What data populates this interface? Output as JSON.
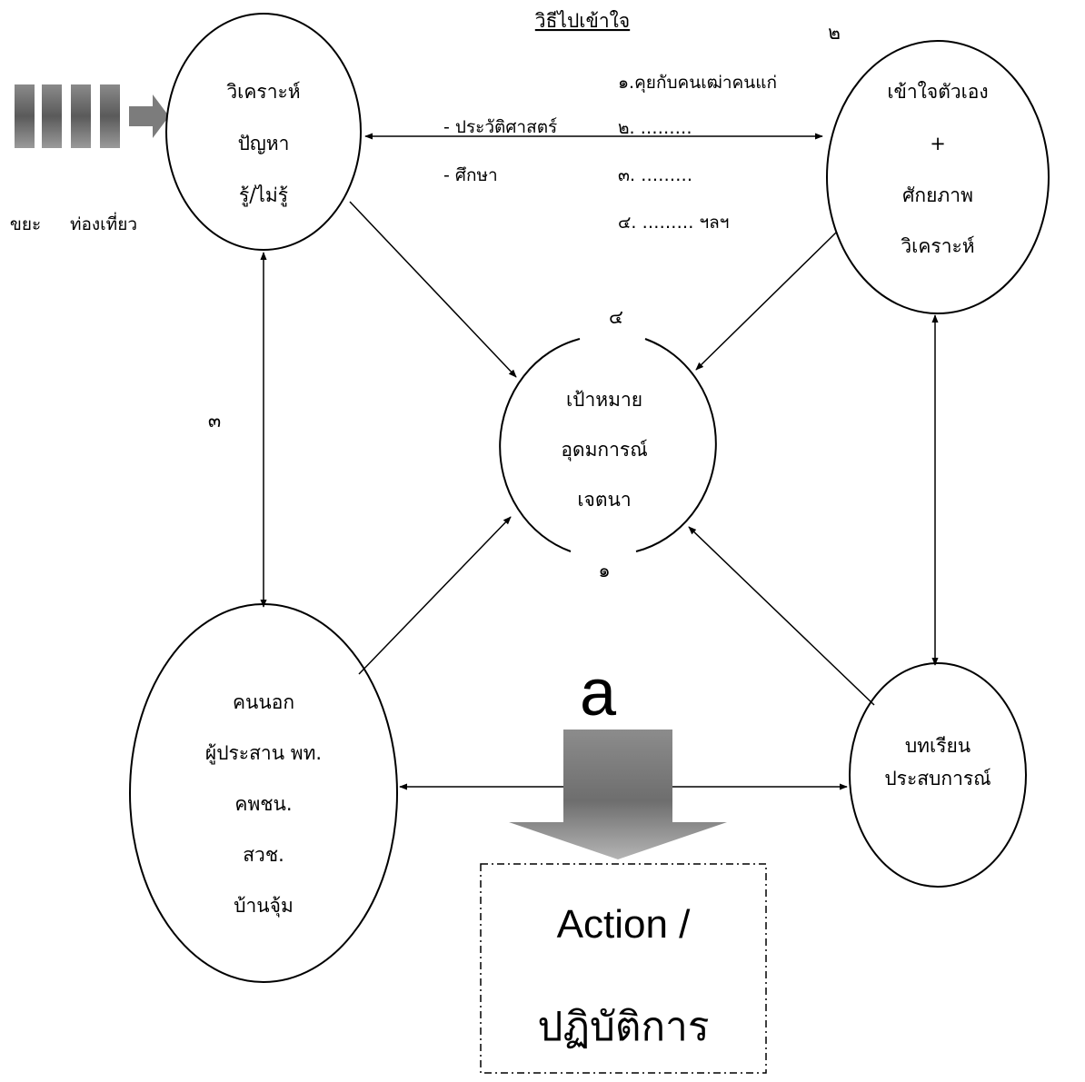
{
  "title": "วิธีไปเข้าใจ",
  "numbers": {
    "n1": "๑",
    "n2": "๒",
    "n3": "๓",
    "n4": "๔"
  },
  "left_labels": {
    "a": "ขยะ",
    "b": "ท่องเที่ยว"
  },
  "node_analyze": {
    "line1": "วิเคราะห์",
    "line2": "ปัญหา",
    "line3": "รู้/ไม่รู้"
  },
  "node_self": {
    "line1": "เข้าใจตัวเอง",
    "line2": "+",
    "line3": "ศักยภาพ",
    "line4": "วิเคราะห์"
  },
  "node_goal": {
    "line1": "เป้าหมาย",
    "line2": "อุดมการณ์",
    "line3": "เจตนา"
  },
  "node_outsider": {
    "line1": "คนนอก",
    "line2": "ผู้ประสาน พท.",
    "line3": "คพชน.",
    "line4": "สวช.",
    "line5": "บ้านจุ้ม"
  },
  "node_lesson": {
    "line1": "บทเรียน",
    "line2": "ประสบการณ์"
  },
  "link_labels": {
    "history": "- ประวัติศาสตร์",
    "study": "- ศึกษา"
  },
  "method_list": [
    "๑.คุยกับคนเฒ่าคนแก่",
    "๒. ………",
    "๓. ………",
    "๔. ………  ฯลฯ"
  ],
  "big_letter": "a",
  "action_box": {
    "line1": "Action /",
    "line2": "ปฏิบัติการ"
  }
}
